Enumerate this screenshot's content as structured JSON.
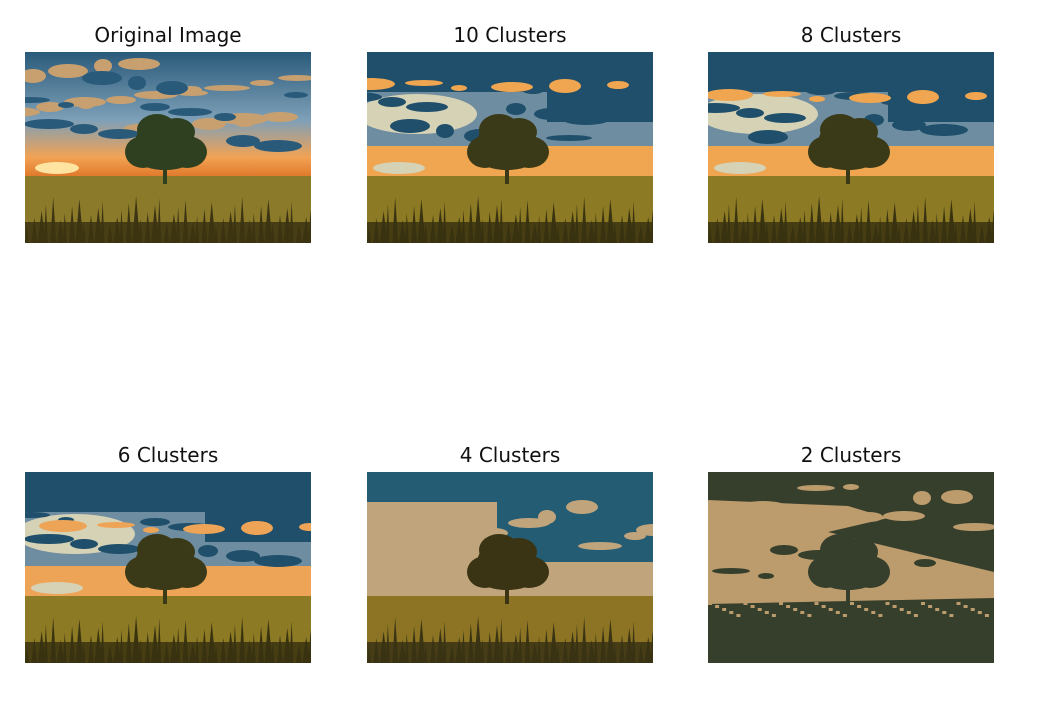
{
  "figure": {
    "panels": [
      {
        "title": "Original Image",
        "clusters": null,
        "colors": {
          "sky_top": "#2a5a7a",
          "sky_mid": "#7ea0b8",
          "glow": "#f2a253",
          "sun": "#ffe3a0",
          "horizon": "#e07a2c",
          "field": "#8a7a2a",
          "field_dark": "#3c3412",
          "tree": "#2e4020"
        }
      },
      {
        "title": "10 Clusters",
        "clusters": 10,
        "colors": {
          "sky_top": "#1f4f6a",
          "sky_mid": "#6f8da0",
          "glow": "#f0a650",
          "pale": "#d6d2b6",
          "field": "#8c7a24",
          "field_dark": "#3a3310",
          "tree": "#3a3a18"
        }
      },
      {
        "title": "8 Clusters",
        "clusters": 8,
        "colors": {
          "sky_top": "#1f4f6a",
          "sky_mid": "#6f8da0",
          "glow": "#f0a650",
          "pale": "#d6d2b6",
          "field": "#8c7a24",
          "field_dark": "#3a3310",
          "tree": "#3a3a18"
        }
      },
      {
        "title": "6 Clusters",
        "clusters": 6,
        "colors": {
          "sky_top": "#1f4f6a",
          "sky_mid": "#6f8da0",
          "glow": "#eea456",
          "pale": "#d6d2b6",
          "field": "#8c7a24",
          "field_dark": "#3a3310",
          "tree": "#3a3a18"
        }
      },
      {
        "title": "4 Clusters",
        "clusters": 4,
        "colors": {
          "sky_top": "#245c73",
          "pale": "#c0a47c",
          "field": "#8c7424",
          "field_dark": "#3a3414"
        }
      },
      {
        "title": "2 Clusters",
        "clusters": 2,
        "colors": {
          "dark": "#363e2c",
          "light": "#bc9c6c"
        }
      }
    ]
  }
}
